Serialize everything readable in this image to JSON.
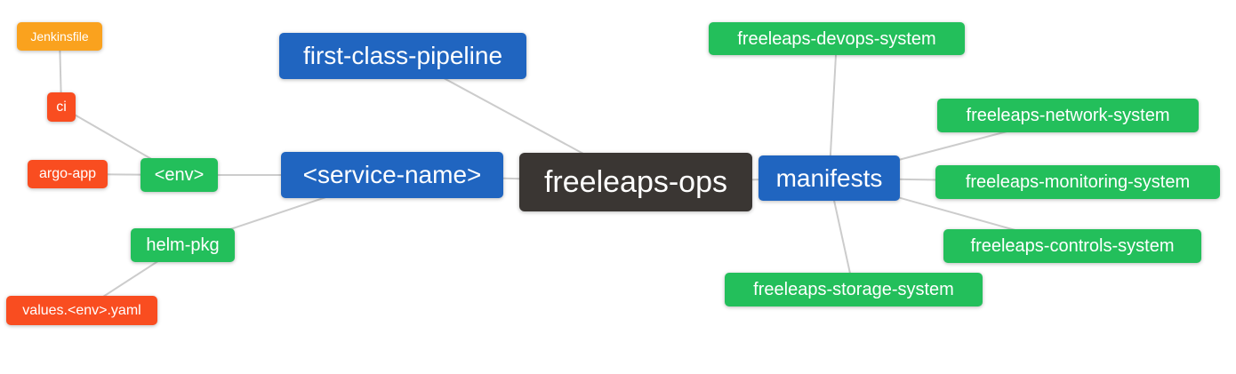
{
  "mindmap": {
    "colors": {
      "blue": "#2065c0",
      "green": "#23bf5b",
      "orange": "#faa21e",
      "red": "#f94d20",
      "dark": "#3a3633",
      "edge": "#cccccc"
    },
    "nodes": {
      "jenkinsfile": {
        "label": "Jenkinsfile",
        "type": "orange"
      },
      "ci": {
        "label": "ci",
        "type": "red"
      },
      "argo_app": {
        "label": "argo-app",
        "type": "red"
      },
      "env": {
        "label": "<env>",
        "type": "green"
      },
      "service_name": {
        "label": "<service-name>",
        "type": "blue"
      },
      "first_class_pipeline": {
        "label": "first-class-pipeline",
        "type": "blue"
      },
      "freeleaps_ops": {
        "label": "freeleaps-ops",
        "type": "dark"
      },
      "manifests": {
        "label": "manifests",
        "type": "blue"
      },
      "devops_system": {
        "label": "freeleaps-devops-system",
        "type": "green"
      },
      "network_system": {
        "label": "freeleaps-network-system",
        "type": "green"
      },
      "monitoring_system": {
        "label": "freeleaps-monitoring-system",
        "type": "green"
      },
      "controls_system": {
        "label": "freeleaps-controls-system",
        "type": "green"
      },
      "storage_system": {
        "label": "freeleaps-storage-system",
        "type": "green"
      },
      "helm_pkg": {
        "label": "helm-pkg",
        "type": "green"
      },
      "values_yaml": {
        "label": "values.<env>.yaml",
        "type": "red"
      }
    },
    "edges": [
      [
        "jenkinsfile",
        "ci"
      ],
      [
        "ci",
        "env"
      ],
      [
        "argo_app",
        "env"
      ],
      [
        "env",
        "service_name"
      ],
      [
        "helm_pkg",
        "service_name"
      ],
      [
        "values_yaml",
        "helm_pkg"
      ],
      [
        "service_name",
        "freeleaps_ops"
      ],
      [
        "first_class_pipeline",
        "freeleaps_ops"
      ],
      [
        "freeleaps_ops",
        "manifests"
      ],
      [
        "manifests",
        "devops_system"
      ],
      [
        "manifests",
        "network_system"
      ],
      [
        "manifests",
        "monitoring_system"
      ],
      [
        "manifests",
        "controls_system"
      ],
      [
        "manifests",
        "storage_system"
      ]
    ]
  }
}
